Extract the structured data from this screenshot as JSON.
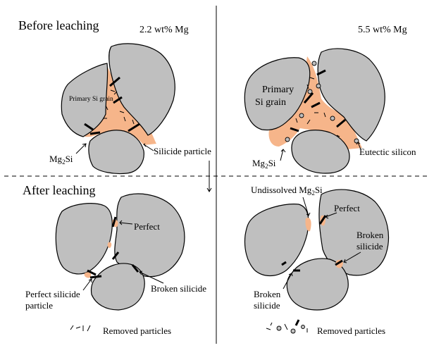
{
  "panels": {
    "before": {
      "title": "Before leaching",
      "left_heading": "2.2 wt% Mg",
      "right_heading": "5.5 wt% Mg"
    },
    "after": {
      "title": "After leaching"
    }
  },
  "labels": {
    "primary_si_small": "Primary Si grain",
    "primary_si_line1": "Primary",
    "primary_si_line2": "Si grain",
    "mg2si_left": "Mg",
    "mg2si_left_sub": "2",
    "mg2si_left_tail": "Si",
    "mg2si_right": "Mg",
    "mg2si_right_sub": "2",
    "mg2si_right_tail": "Si",
    "silicide_particle": "Silicide particle",
    "eutectic_silicon": "Eutectic silicon",
    "perfect_left": "Perfect",
    "broken_silicide_left": "Broken silicide",
    "perfect_silicide_particle_1": "Perfect silicide",
    "perfect_silicide_particle_2": "particle",
    "removed_particles_left": "Removed particles",
    "undissolved": "Undissolved Mg",
    "undissolved_sub": "2",
    "undissolved_tail": "Si",
    "perfect_right": "Perfect",
    "broken_right_1": "Broken",
    "broken_right_2": "silicide",
    "broken_bottom_1": "Broken",
    "broken_bottom_2": "silicide",
    "removed_particles_right": "Removed particles"
  },
  "colors": {
    "grain": "#bfbfbf",
    "matrix": "#f6b58a",
    "outline": "#000000"
  }
}
